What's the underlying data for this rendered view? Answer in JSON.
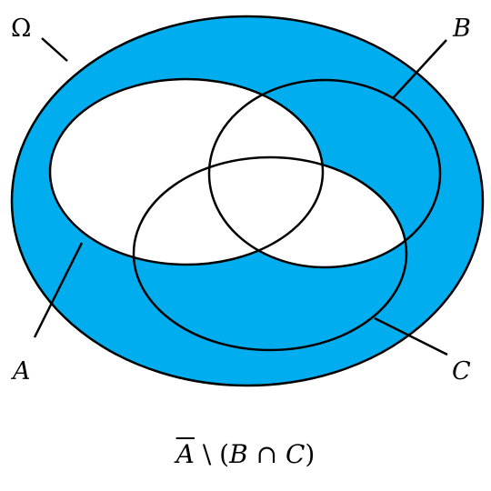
{
  "colors": {
    "fill": "#00aeef",
    "background": "#ffffff",
    "stroke": "#000000"
  },
  "labels": {
    "universe": "Ω",
    "set_a": "A",
    "set_b": "B",
    "set_c": "C"
  },
  "formula": {
    "complement_var": "A",
    "setminus": "\\",
    "open_paren": "(",
    "var_b": "B",
    "intersection": "∩",
    "var_c": "C",
    "close_paren": ")"
  }
}
